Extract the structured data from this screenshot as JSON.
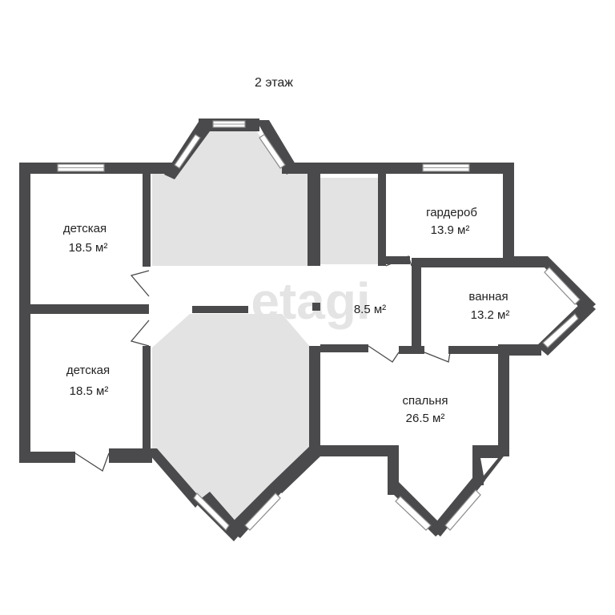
{
  "floor_title": "2 этаж",
  "watermark": "etagi",
  "rooms": [
    {
      "id": "kids1",
      "name": "детская",
      "area": "18.5 м²"
    },
    {
      "id": "kids2",
      "name": "детская",
      "area": "18.5 м²"
    },
    {
      "id": "wardrobe",
      "name": "гардероб",
      "area": "13.9 м²"
    },
    {
      "id": "bath",
      "name": "ванная",
      "area": "13.2 м²"
    },
    {
      "id": "bedroom",
      "name": "спальня",
      "area": "26.5 м²"
    },
    {
      "id": "hall",
      "name": "",
      "area": "8.5 м²"
    }
  ],
  "colors": {
    "wall": "#4a4a4c",
    "void": "#e3e3e3",
    "background": "#ffffff"
  }
}
